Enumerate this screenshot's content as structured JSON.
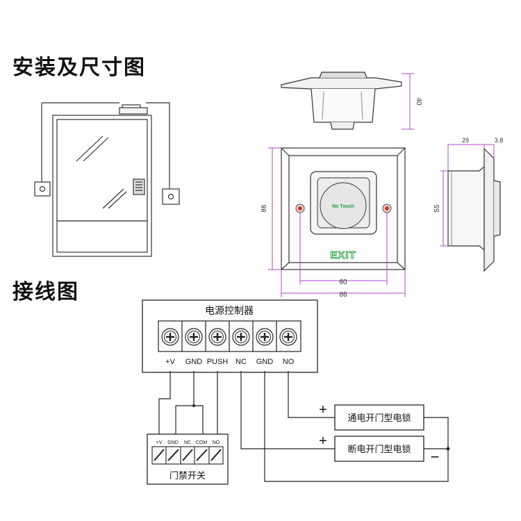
{
  "headings": {
    "install": "安装及尺寸图",
    "wiring": "接线图"
  },
  "dimensions": {
    "height_side": "40",
    "plate_height": "86",
    "inner_width": "60",
    "plate_width": "86",
    "depth": "29",
    "thickness": "3.8",
    "body_height": "55"
  },
  "button": {
    "label": "No Touch",
    "exit": "EXIT"
  },
  "controller": {
    "title": "电源控制器",
    "terminals": [
      "+V",
      "GND",
      "PUSH",
      "NC",
      "GND",
      "NO"
    ]
  },
  "switch": {
    "terminals": [
      "+V",
      "GND",
      "NC",
      "COM",
      "NO"
    ],
    "title": "门禁开关"
  },
  "locks": {
    "power_on": "通电开门型电锁",
    "power_off": "断电开门型电锁",
    "plus1": "+",
    "plus2": "+",
    "minus": "−"
  },
  "colors": {
    "line": "#222222",
    "dim": "#b044c8",
    "exit_green": "#1f9e3a",
    "led_red": "#d03020"
  }
}
